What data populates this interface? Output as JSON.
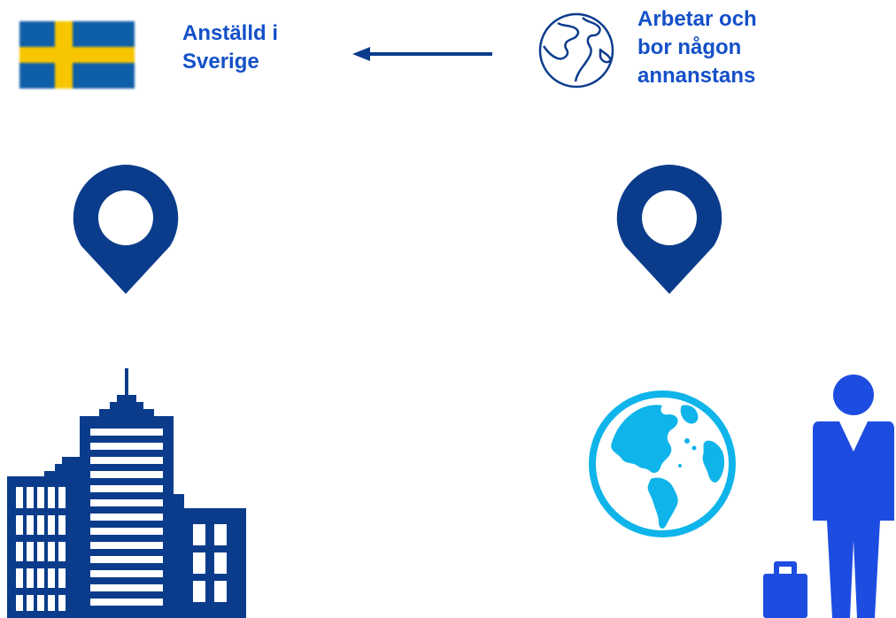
{
  "colors": {
    "navy": "#0b3c8c",
    "flag_blue": "#0f5ea8",
    "flag_yellow": "#f7c600",
    "light_blue": "#0fb4ea",
    "person_blue": "#1d4ce0",
    "label_blue": "#1450c8"
  },
  "left": {
    "label": "Anställd i\nSverige",
    "flag_icon": "sweden-flag-icon",
    "pin_icon": "location-pin-icon",
    "building_icon": "office-building-icon"
  },
  "right": {
    "label": "Arbetar och\nbor någon\nannanstans",
    "globe_outline_icon": "globe-outline-icon",
    "pin_icon": "location-pin-icon",
    "globe_icon": "globe-icon",
    "person_icon": "business-person-icon",
    "luggage_icon": "suitcase-icon"
  },
  "connector": {
    "direction": "right-to-left",
    "icon": "arrow-left-icon"
  }
}
